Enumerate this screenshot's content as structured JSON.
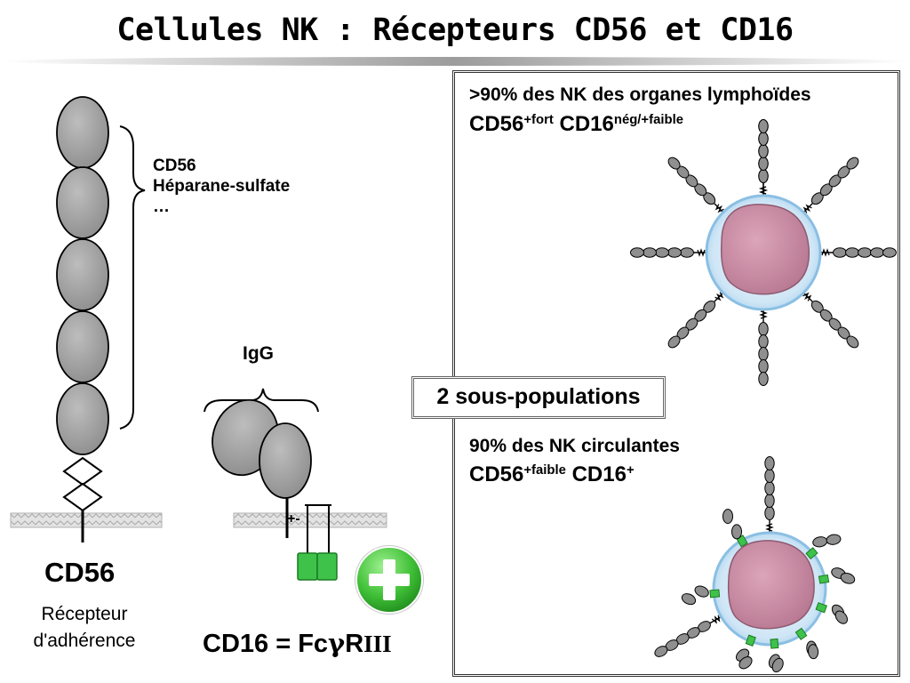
{
  "title": "Cellules NK : Récepteurs CD56 et CD16",
  "cd56_panel": {
    "brace_lines": [
      "CD56",
      "Héparane-sulfate",
      "…"
    ],
    "name": "CD56",
    "desc_line1": "Récepteur",
    "desc_line2": "d'adhérence"
  },
  "cd16_panel": {
    "igg_label": "IgG",
    "charge_label": "+-",
    "name": "CD16 = FcγRIII",
    "name_main": "CD16 = Fc",
    "name_greek": "γ",
    "name_r": "R",
    "name_roman": "III"
  },
  "subpopulations": {
    "box_label": "2 sous-populations",
    "pop1": {
      "line1": ">90% des NK des organes lymphoïdes",
      "cd56": "CD56",
      "cd56_sup": "+fort",
      "cd16": "CD16",
      "cd16_sup": "nég/+faible"
    },
    "pop2": {
      "line1": "90% des NK circulantes",
      "cd56": "CD56",
      "cd56_sup": "+faible",
      "cd16": "CD16",
      "cd16_sup": "+"
    }
  },
  "colors": {
    "domain_gray": "#9a9a9a",
    "membrane_hatch": "#bdbdbd",
    "cd16_green": "#3fc24a",
    "cell_blue": "#cfe8f7",
    "nucleus": "#c98ca4"
  },
  "icons": [
    "plus-icon"
  ]
}
